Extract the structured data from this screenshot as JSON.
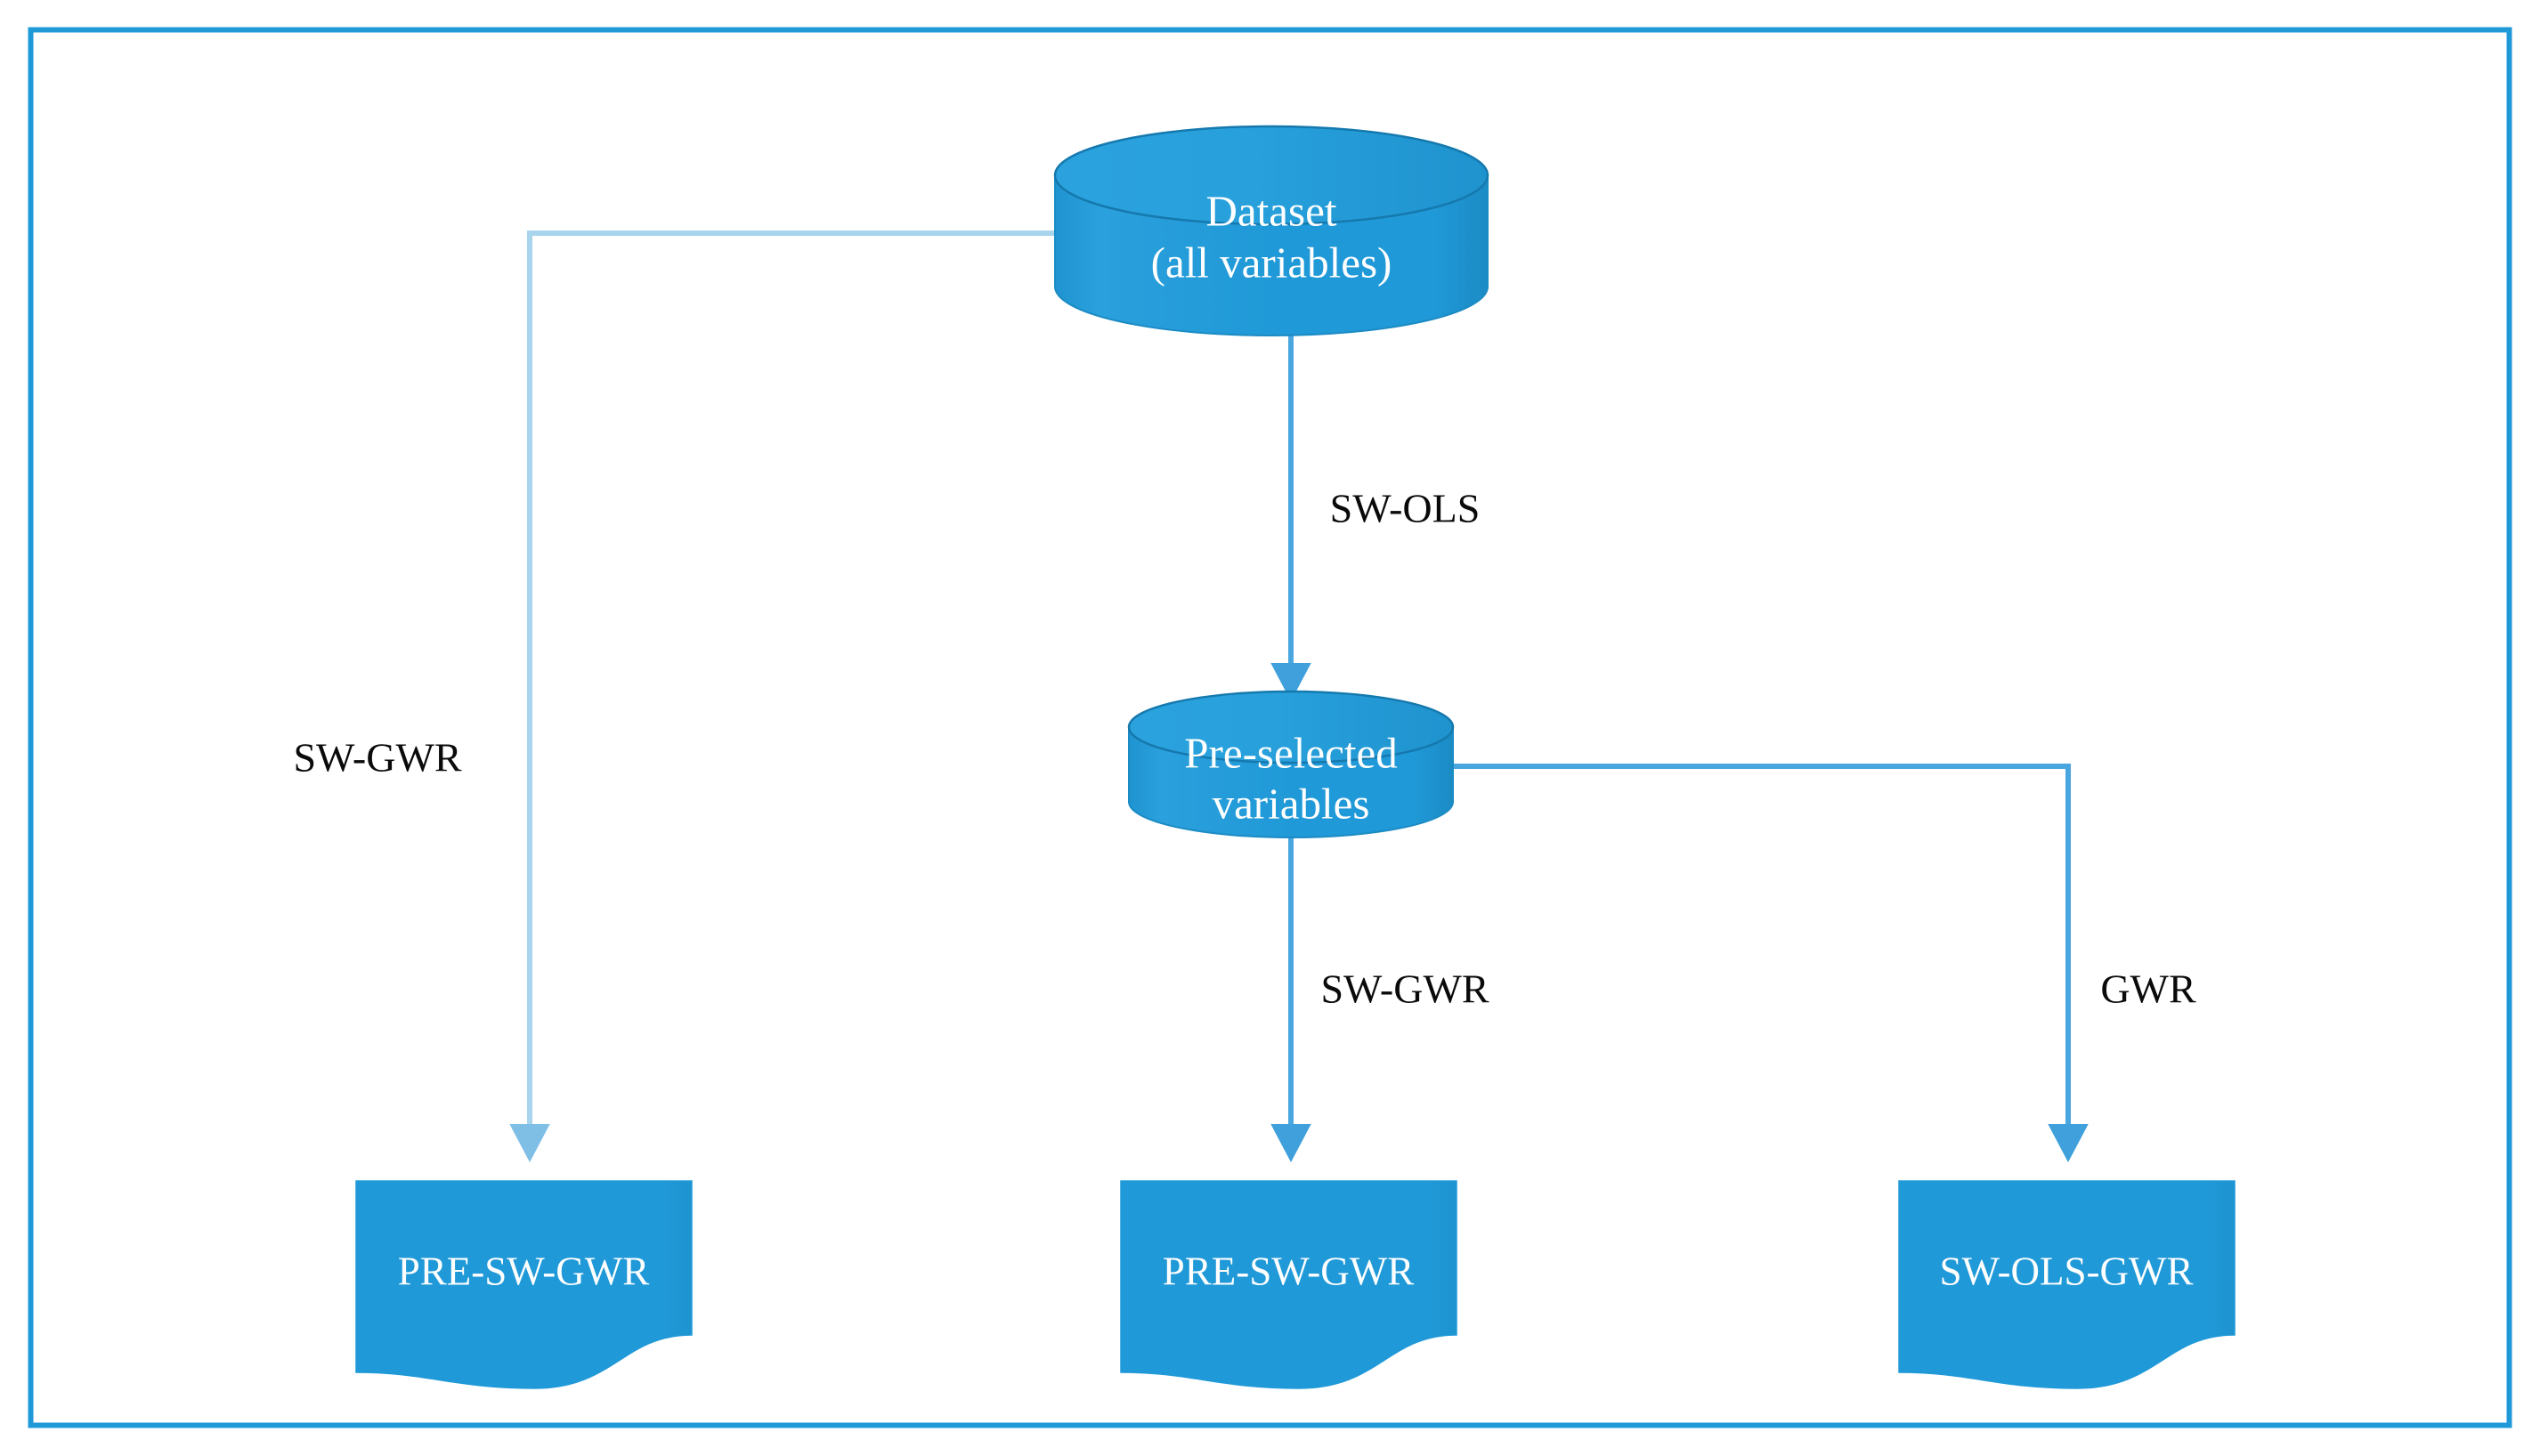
{
  "frame": {
    "border_color": "#2099D8",
    "background": "#ffffff"
  },
  "palette": {
    "shape_fill": "#2099D8",
    "shape_fill_dark": "#1B8BC4",
    "shape_fill_light": "#35A6DE",
    "connector_stroke": "#3FA0DC",
    "connector_stroke_light": "#A9D4EE",
    "label_text": "#0A0A0A",
    "node_text": "#FFFFFF"
  },
  "diagram": {
    "type": "flowchart",
    "title": "",
    "nodes": [
      {
        "id": "dataset",
        "shape": "cylinder",
        "lines": [
          "Dataset",
          "(all variables)"
        ]
      },
      {
        "id": "preselected",
        "shape": "cylinder",
        "lines": [
          "Pre-selected",
          "variables"
        ]
      },
      {
        "id": "pre-sw-gwr-left",
        "shape": "document",
        "lines": [
          "PRE-SW-GWR"
        ]
      },
      {
        "id": "pre-sw-gwr-middle",
        "shape": "document",
        "lines": [
          "PRE-SW-GWR"
        ]
      },
      {
        "id": "sw-ols-gwr-right",
        "shape": "document",
        "lines": [
          "SW-OLS-GWR"
        ]
      }
    ],
    "edges": [
      {
        "id": "dataset-to-left-doc",
        "from": "dataset",
        "to": "pre-sw-gwr-left",
        "label": "SW-GWR"
      },
      {
        "id": "dataset-to-preselected",
        "from": "dataset",
        "to": "preselected",
        "label": "SW-OLS"
      },
      {
        "id": "preselected-to-middle-doc",
        "from": "preselected",
        "to": "pre-sw-gwr-middle",
        "label": "SW-GWR"
      },
      {
        "id": "preselected-to-right-doc",
        "from": "preselected",
        "to": "sw-ols-gwr-right",
        "label": "GWR"
      }
    ]
  }
}
